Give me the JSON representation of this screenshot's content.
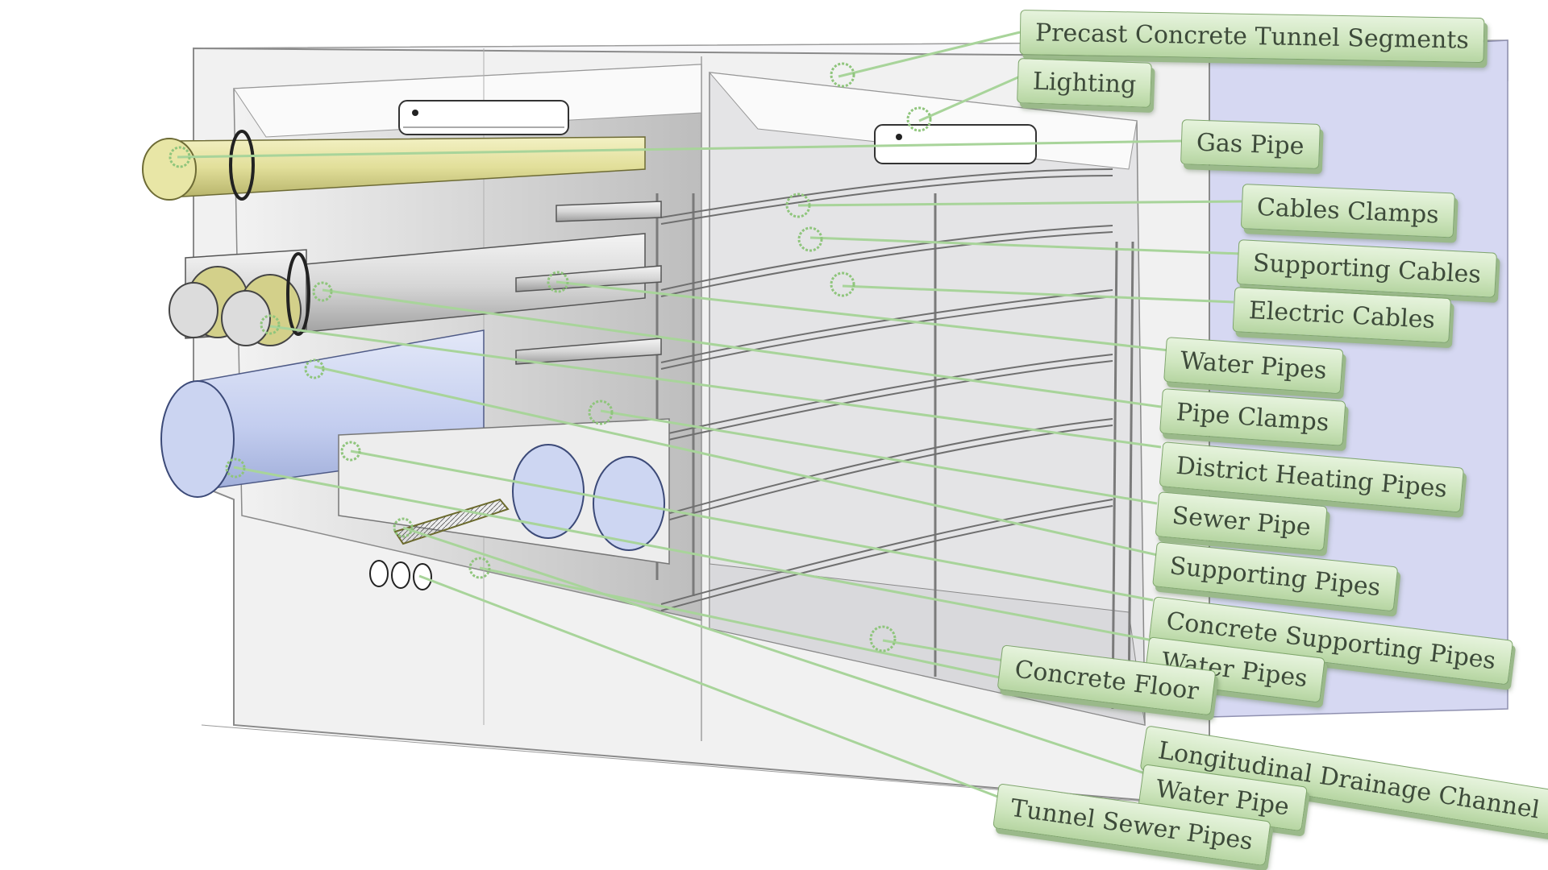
{
  "colors": {
    "callout_fill": "#cfe6bf",
    "leader_line": "#a8d49a",
    "concrete": "#eeeeee",
    "gas_pipe": "#ece9a8",
    "sewer_pipe": "#c9d3f0",
    "back_wall": "#d6d8f2"
  },
  "labels": [
    {
      "id": "precast",
      "text": "Precast Concrete Tunnel Segments"
    },
    {
      "id": "lighting",
      "text": "Lighting"
    },
    {
      "id": "gas",
      "text": "Gas Pipe"
    },
    {
      "id": "clamps",
      "text": "Cables Clamps"
    },
    {
      "id": "supcables",
      "text": "Supporting Cables"
    },
    {
      "id": "electric",
      "text": "Electric Cables"
    },
    {
      "id": "water1",
      "text": "Water Pipes"
    },
    {
      "id": "pipeclamps",
      "text": "Pipe Clamps"
    },
    {
      "id": "heating",
      "text": "District Heating Pipes"
    },
    {
      "id": "sewer",
      "text": "Sewer Pipe"
    },
    {
      "id": "suppipes",
      "text": "Supporting Pipes"
    },
    {
      "id": "concsup",
      "text": "Concrete Supporting Pipes"
    },
    {
      "id": "water2",
      "text": "Water Pipes"
    },
    {
      "id": "floor",
      "text": "Concrete Floor"
    },
    {
      "id": "drain",
      "text": "Longitudinal Drainage Channel"
    },
    {
      "id": "water3",
      "text": "Water Pipe"
    },
    {
      "id": "tunnelsewer",
      "text": "Tunnel Sewer Pipes"
    }
  ]
}
